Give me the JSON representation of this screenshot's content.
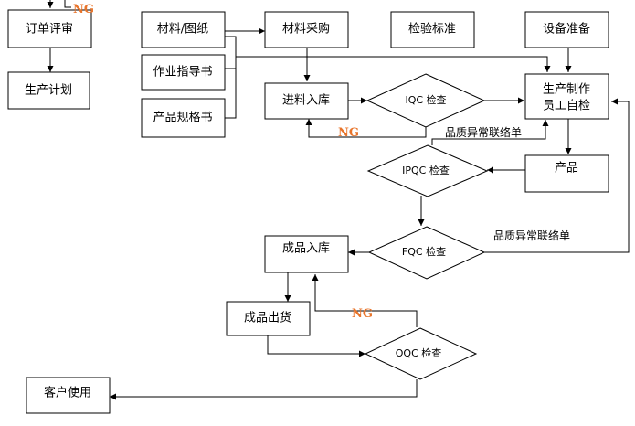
{
  "nodes": {
    "order_review": "订单评审",
    "production_plan": "生产计划",
    "material_drawing": "材料/图纸",
    "work_instruction": "作业指导书",
    "product_spec": "产品规格书",
    "material_purchase": "材料采购",
    "inspection_standard": "检验标准",
    "equipment_prep": "设备准备",
    "material_warehousing": "进料入库",
    "iqc_check": "IQC 检查",
    "production_self_check_line1": "生产制作",
    "production_self_check_line2": "员工自检",
    "product": "产品",
    "ipqc_check": "IPQC 检查",
    "finished_warehousing": "成品入库",
    "fqc_check": "FQC 检查",
    "finished_shipment": "成品出货",
    "oqc_check": "OQC 检查",
    "customer_use": "客户使用"
  },
  "annotations": {
    "ng_order": "NG",
    "ng_iqc": "NG",
    "ng_oqc": "NG",
    "quality_notice_upper": "品质异常联络单",
    "quality_notice_lower": "品质异常联络单"
  },
  "colors": {
    "ng": "#e8742a",
    "stroke": "#000000"
  }
}
